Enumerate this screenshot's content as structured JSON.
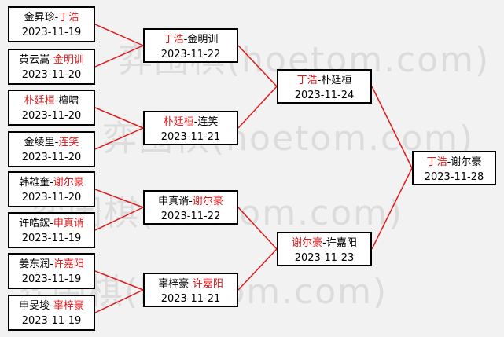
{
  "colors": {
    "winner": "#e0191b",
    "line": "#e0191b",
    "border": "#000000",
    "background": "#f2f2f2"
  },
  "watermark": "弈围棋(hoetom.com)",
  "round1": [
    {
      "p1": "金昇珍",
      "p2": "丁浩",
      "winner": 2,
      "date": "2023-11-19"
    },
    {
      "p1": "黄云嵩",
      "p2": "金明训",
      "winner": 2,
      "date": "2023-11-20"
    },
    {
      "p1": "朴廷桓",
      "p2": "檀啸",
      "winner": 1,
      "date": "2023-11-20"
    },
    {
      "p1": "金绫里",
      "p2": "连笑",
      "winner": 2,
      "date": "2023-11-20"
    },
    {
      "p1": "韩雄奎",
      "p2": "谢尔豪",
      "winner": 2,
      "date": "2023-11-20"
    },
    {
      "p1": "许皓鋐",
      "p2": "申真谞",
      "winner": 2,
      "date": "2023-11-19"
    },
    {
      "p1": "姜东润",
      "p2": "许嘉阳",
      "winner": 2,
      "date": "2023-11-19"
    },
    {
      "p1": "申旻埈",
      "p2": "辜梓豪",
      "winner": 2,
      "date": "2023-11-19"
    }
  ],
  "round2": [
    {
      "p1": "丁浩",
      "p2": "金明训",
      "winner": 1,
      "date": "2023-11-22"
    },
    {
      "p1": "朴廷桓",
      "p2": "连笑",
      "winner": 1,
      "date": "2023-11-21"
    },
    {
      "p1": "申真谞",
      "p2": "谢尔豪",
      "winner": 2,
      "date": "2023-11-22"
    },
    {
      "p1": "辜梓豪",
      "p2": "许嘉阳",
      "winner": 2,
      "date": "2023-11-21"
    }
  ],
  "round3": [
    {
      "p1": "丁浩",
      "p2": "朴廷桓",
      "winner": 1,
      "date": "2023-11-24"
    },
    {
      "p1": "谢尔豪",
      "p2": "许嘉阳",
      "winner": 1,
      "date": "2023-11-23"
    }
  ],
  "final": [
    {
      "p1": "丁浩",
      "p2": "谢尔豪",
      "winner": 1,
      "date": "2023-11-28"
    }
  ]
}
